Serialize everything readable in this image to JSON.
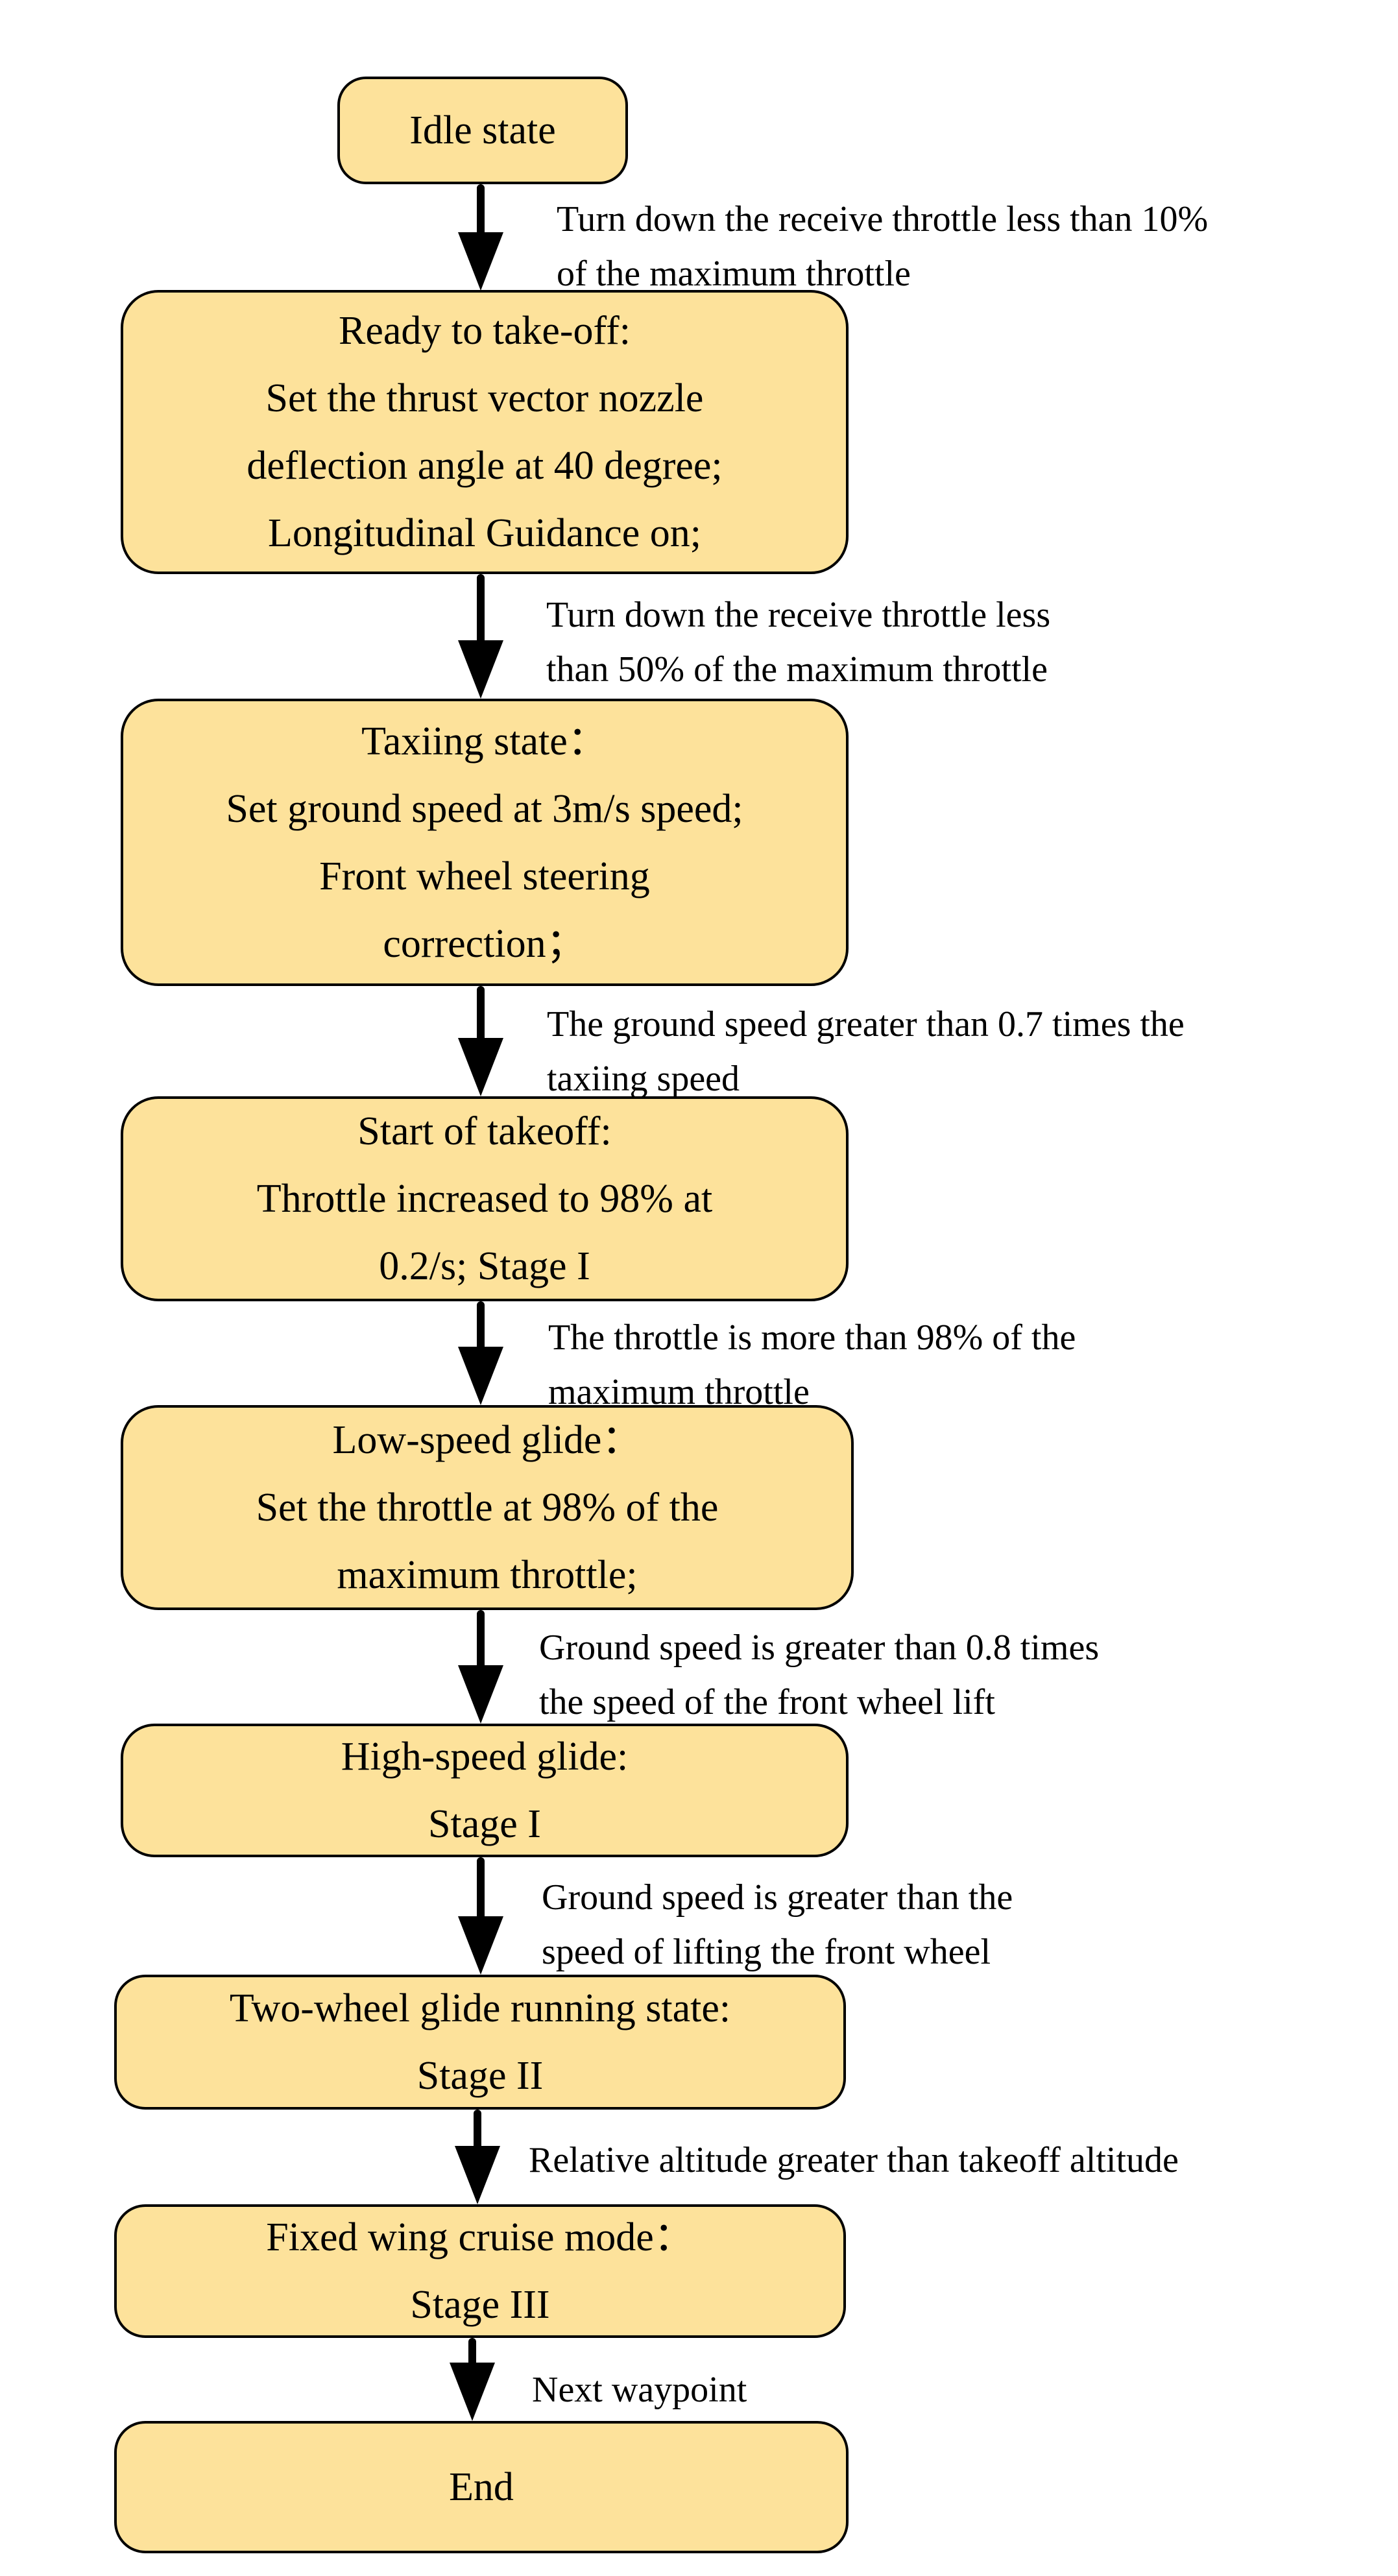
{
  "diagram": {
    "type": "flowchart",
    "title": "UAV take-off state machine",
    "colors": {
      "background": "#ffffff",
      "node_fill": "#FDE29B",
      "node_border": "#000000",
      "text": "#000000",
      "arrow": "#000000"
    },
    "nodes": [
      {
        "id": "idle",
        "text": "Idle state"
      },
      {
        "id": "ready",
        "text": "Ready to take-off:\nSet the thrust vector nozzle\ndeflection angle at 40 degree;\nLongitudinal Guidance on;"
      },
      {
        "id": "taxiing",
        "text": "Taxiing state：\nSet ground speed at 3m/s speed;\nFront wheel steering\ncorrection；"
      },
      {
        "id": "start-takeoff",
        "text": "Start of takeoff:\nThrottle increased to 98% at\n0.2/s; Stage I"
      },
      {
        "id": "low-speed-glide",
        "text": "Low-speed glide：\nSet the throttle at 98% of the\nmaximum throttle;"
      },
      {
        "id": "high-speed-glide",
        "text": "High-speed glide:\nStage I"
      },
      {
        "id": "two-wheel-glide",
        "text": "Two-wheel glide running state:\nStage II"
      },
      {
        "id": "fixed-wing-cruise",
        "text": "Fixed wing cruise mode：\nStage III"
      },
      {
        "id": "end",
        "text": "End"
      }
    ],
    "edges": [
      {
        "from": "idle",
        "to": "ready",
        "label": "Turn down the receive throttle less than 10%\nof the maximum throttle"
      },
      {
        "from": "ready",
        "to": "taxiing",
        "label": "Turn down the receive throttle less\nthan 50% of the maximum throttle"
      },
      {
        "from": "taxiing",
        "to": "start-takeoff",
        "label": "The ground speed greater than 0.7 times the\ntaxiing speed"
      },
      {
        "from": "start-takeoff",
        "to": "low-speed-glide",
        "label": "The throttle is more than 98% of the\nmaximum throttle"
      },
      {
        "from": "low-speed-glide",
        "to": "high-speed-glide",
        "label": "Ground speed is greater than 0.8 times\nthe speed of the front wheel lift"
      },
      {
        "from": "high-speed-glide",
        "to": "two-wheel-glide",
        "label": "Ground speed is greater than the\nspeed of lifting the front wheel"
      },
      {
        "from": "two-wheel-glide",
        "to": "fixed-wing-cruise",
        "label": "Relative altitude greater than takeoff altitude"
      },
      {
        "from": "fixed-wing-cruise",
        "to": "end",
        "label": "Next waypoint"
      }
    ]
  }
}
